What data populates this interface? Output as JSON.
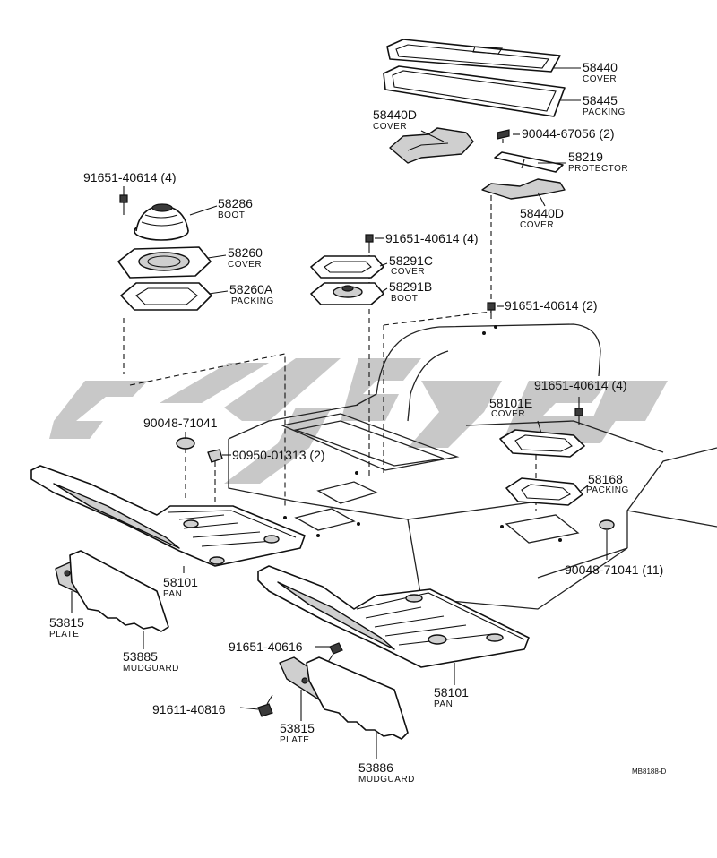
{
  "watermark": {
    "color": "#c8c8c8"
  },
  "labels": [
    {
      "id": "l58440",
      "pn": "58440",
      "nm": "COVER"
    },
    {
      "id": "l58445",
      "pn": "58445",
      "nm": "PACKING"
    },
    {
      "id": "l58440d_top",
      "pn": "58440D",
      "nm": "COVER"
    },
    {
      "id": "l90044",
      "pn": "90044-67056 (2)",
      "nm": ""
    },
    {
      "id": "l58219",
      "pn": "58219",
      "nm": "PROTECTOR"
    },
    {
      "id": "l58440d_bot",
      "pn": "58440D",
      "nm": "COVER"
    },
    {
      "id": "l91651_a",
      "pn": "91651-40614 (4)",
      "nm": ""
    },
    {
      "id": "l58286",
      "pn": "58286",
      "nm": "BOOT"
    },
    {
      "id": "l58260",
      "pn": "58260",
      "nm": "COVER"
    },
    {
      "id": "l58260a",
      "pn": "58260A",
      "nm": "PACKING"
    },
    {
      "id": "l91651_b",
      "pn": "91651-40614 (4)",
      "nm": ""
    },
    {
      "id": "l58291c",
      "pn": "58291C",
      "nm": "COVER"
    },
    {
      "id": "l58291b",
      "pn": "58291B",
      "nm": "BOOT"
    },
    {
      "id": "l91651_c",
      "pn": "91651-40614 (2)",
      "nm": ""
    },
    {
      "id": "l91651_d",
      "pn": "91651-40614 (4)",
      "nm": ""
    },
    {
      "id": "l58101e",
      "pn": "58101E",
      "nm": "COVER"
    },
    {
      "id": "l90048_a",
      "pn": "90048-71041",
      "nm": ""
    },
    {
      "id": "l90950",
      "pn": "90950-01313 (2)",
      "nm": ""
    },
    {
      "id": "l58168",
      "pn": "58168",
      "nm": "PACKING"
    },
    {
      "id": "l58101_l",
      "pn": "58101",
      "nm": "PAN"
    },
    {
      "id": "l90048_b",
      "pn": "90048-71041 (11)",
      "nm": ""
    },
    {
      "id": "l53815_l",
      "pn": "53815",
      "nm": "PLATE"
    },
    {
      "id": "l53885",
      "pn": "53885",
      "nm": "MUDGUARD"
    },
    {
      "id": "l91651_e",
      "pn": "91651-40616",
      "nm": ""
    },
    {
      "id": "l58101_r",
      "pn": "58101",
      "nm": "PAN"
    },
    {
      "id": "l91611",
      "pn": "91611-40816",
      "nm": ""
    },
    {
      "id": "l53815_r",
      "pn": "53815",
      "nm": "PLATE"
    },
    {
      "id": "l53886",
      "pn": "53886",
      "nm": "MUDGUARD"
    }
  ],
  "reference_code": "MB8188-D"
}
